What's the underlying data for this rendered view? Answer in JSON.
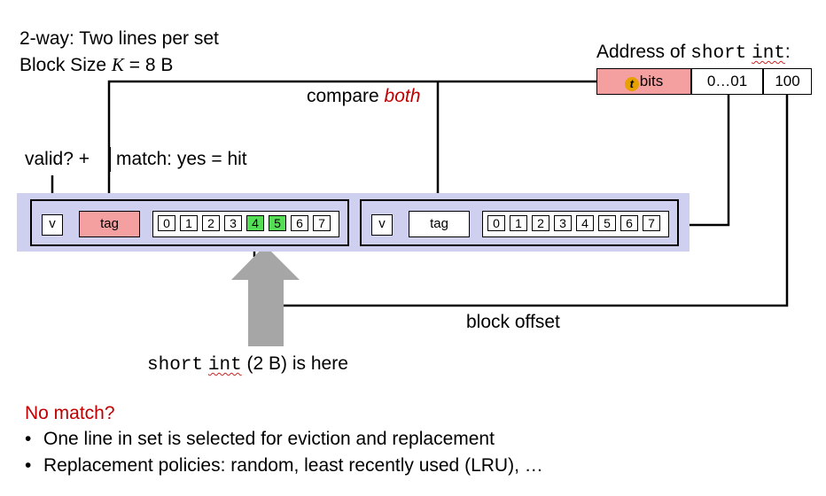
{
  "header": {
    "line1": "2-way:  Two lines per set",
    "line2_prefix": "Block Size ",
    "line2_var": "K",
    "line2_suffix": " = 8 B"
  },
  "address": {
    "label_prefix": "Address of ",
    "label_type1": "short",
    "label_type2": "int",
    "label_suffix": ":",
    "tag_icon": "t",
    "tag_suffix": "bits",
    "index_label": "0…01",
    "offset_label": "100",
    "tag_color": "#f4a0a0"
  },
  "labels": {
    "compare_prefix": "compare ",
    "compare_emph": "both",
    "valid": "valid?  +",
    "match": "match: yes = hit",
    "block_offset": "block offset",
    "here_type1": "short",
    "here_type2": "int",
    "here_suffix": " (2 B) is here"
  },
  "cache_lines": [
    {
      "valid": "v",
      "tag": "tag",
      "tag_color": "#f4a0a0",
      "bytes": [
        "0",
        "1",
        "2",
        "3",
        "4",
        "5",
        "6",
        "7"
      ],
      "hit_bytes": [
        4,
        5
      ]
    },
    {
      "valid": "v",
      "tag": "tag",
      "tag_color": "#ffffff",
      "bytes": [
        "0",
        "1",
        "2",
        "3",
        "4",
        "5",
        "6",
        "7"
      ],
      "hit_bytes": []
    }
  ],
  "no_match": {
    "title": "No match?",
    "bullets": [
      "One line in set is selected for eviction and replacement",
      "Replacement policies: random, least recently used (LRU), …"
    ]
  },
  "colors": {
    "set_background": "#cfd0f0",
    "hit_byte": "#55dd55",
    "arrow": "#a6a6a6",
    "accent_red": "#c00000"
  }
}
